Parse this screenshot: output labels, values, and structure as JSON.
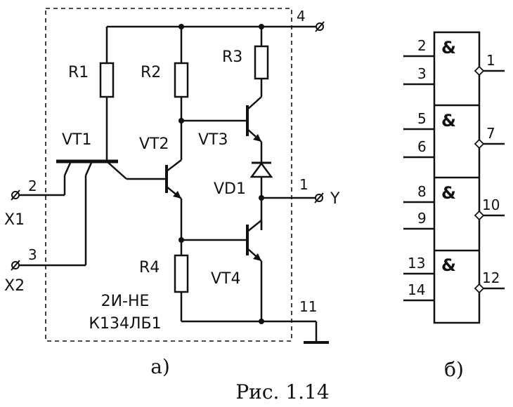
{
  "figure": {
    "caption": "Рис. 1.14",
    "part_a_label": "а)",
    "part_b_label": "б)"
  },
  "circuit": {
    "components": {
      "r1": "R1",
      "r2": "R2",
      "r3": "R3",
      "r4": "R4",
      "vt1": "VT1",
      "vt2": "VT2",
      "vt3": "VT3",
      "vt4": "VT4",
      "vd1": "VD1"
    },
    "pins": {
      "vcc_pin": "4",
      "input1_pin": "2",
      "input2_pin": "3",
      "output_pin": "1",
      "ground_pin": "11"
    },
    "terminals": {
      "x1": "X1",
      "x2": "X2",
      "y": "Y"
    },
    "chip": {
      "type": "2И-НЕ",
      "part": "К134ЛБ1"
    }
  },
  "symbol": {
    "gate_label": "&",
    "gates": [
      {
        "in_a": "2",
        "in_b": "3",
        "out": "1"
      },
      {
        "in_a": "5",
        "in_b": "6",
        "out": "7"
      },
      {
        "in_a": "8",
        "in_b": "9",
        "out": "10"
      },
      {
        "in_a": "13",
        "in_b": "14",
        "out": "12"
      }
    ]
  }
}
